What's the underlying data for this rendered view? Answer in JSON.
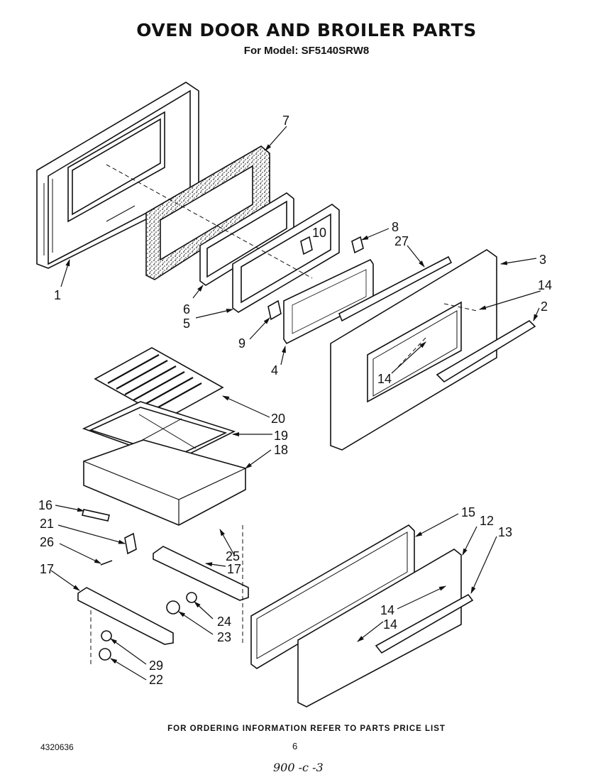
{
  "header": {
    "title": "OVEN DOOR AND BROILER PARTS",
    "subtitle": "For Model: SF5140SRW8"
  },
  "callouts": {
    "c1": "1",
    "c7": "7",
    "c8": "8",
    "c27": "27",
    "c10": "10",
    "c3": "3",
    "c14a": "14",
    "c2": "2",
    "c6": "6",
    "c5": "5",
    "c9": "9",
    "c4": "4",
    "c14b": "14",
    "c20": "20",
    "c19": "19",
    "c18": "18",
    "c16": "16",
    "c21": "21",
    "c26": "26",
    "c25": "25",
    "c17a": "17",
    "c17b": "17",
    "c15": "15",
    "c12": "12",
    "c13": "13",
    "c14c": "14",
    "c14d": "14",
    "c24": "24",
    "c23": "23",
    "c29": "29",
    "c22": "22"
  },
  "footer": {
    "note": "FOR ORDERING INFORMATION REFER TO PARTS PRICE LIST",
    "doc_number": "4320636",
    "page": "6",
    "handwritten": "900 -c -3"
  }
}
